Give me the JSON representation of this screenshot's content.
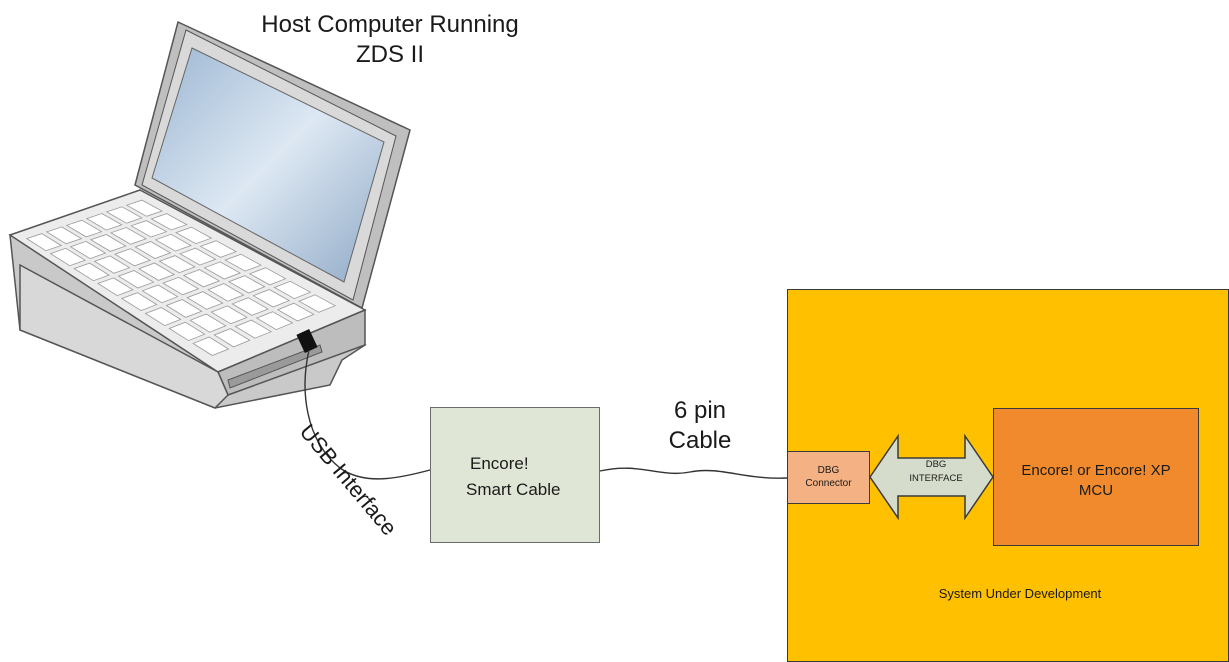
{
  "host": {
    "title_line1": "Host Computer Running",
    "title_line2": "ZDS II"
  },
  "usb_label": "USB Interface",
  "smart_cable": {
    "line1": "Encore!",
    "line2": "Smart Cable"
  },
  "cable_label": {
    "line1": "6 pin",
    "line2": "Cable"
  },
  "system": {
    "label": "System Under Development"
  },
  "dbg_connector": {
    "line1": "DBG",
    "line2": "Connector"
  },
  "dbg_interface": {
    "line1": "DBG",
    "line2": "INTERFACE"
  },
  "mcu": {
    "line1": "Encore! or Encore! XP",
    "line2": "MCU"
  },
  "colors": {
    "system_fill": "#ffc000",
    "mcu_fill": "#f08a2c",
    "connector_fill": "#f4b183",
    "smart_cable_fill": "#e0e6d6",
    "arrow_fill": "#d6dccb",
    "laptop_screen": "#a8c2dc"
  }
}
